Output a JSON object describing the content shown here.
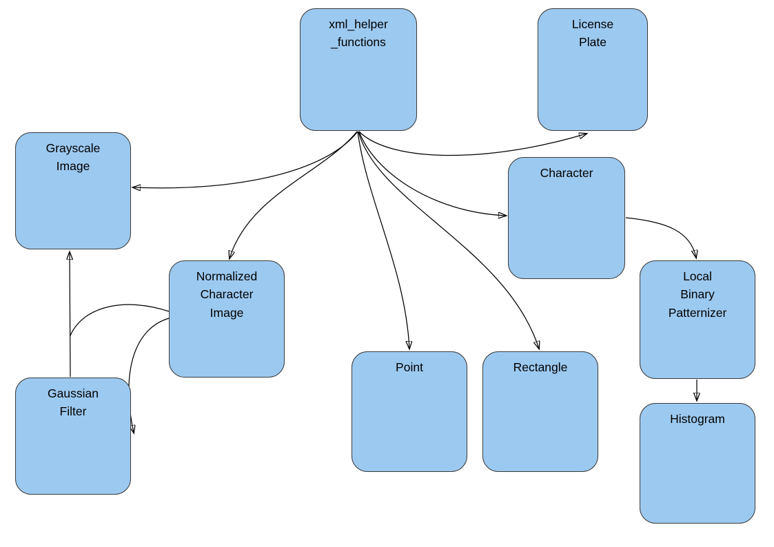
{
  "diagram": {
    "type": "dependency-graph",
    "background": "#FFFFFF",
    "node_fill": "#9CC9F0",
    "node_border": "#3A3A3A",
    "edge_color": "#000000"
  },
  "nodes": {
    "xml_helper_functions": {
      "label": "xml_helper\n_functions"
    },
    "license_plate": {
      "label": "License\nPlate"
    },
    "grayscale_image": {
      "label": "Grayscale\nImage"
    },
    "character": {
      "label": "Character"
    },
    "normalized_character_image": {
      "label": "Normalized\nCharacter\nImage"
    },
    "local_binary_patternizer": {
      "label": "Local\nBinary\nPatternizer"
    },
    "point": {
      "label": "Point"
    },
    "rectangle": {
      "label": "Rectangle"
    },
    "gaussian_filter": {
      "label": "Gaussian\nFilter"
    },
    "histogram": {
      "label": "Histogram"
    }
  },
  "edges": [
    {
      "from": "xml_helper_functions",
      "to": "grayscale_image"
    },
    {
      "from": "xml_helper_functions",
      "to": "license_plate"
    },
    {
      "from": "xml_helper_functions",
      "to": "normalized_character_image"
    },
    {
      "from": "xml_helper_functions",
      "to": "point"
    },
    {
      "from": "xml_helper_functions",
      "to": "rectangle"
    },
    {
      "from": "xml_helper_functions",
      "to": "character"
    },
    {
      "from": "character",
      "to": "local_binary_patternizer"
    },
    {
      "from": "local_binary_patternizer",
      "to": "histogram"
    },
    {
      "from": "gaussian_filter",
      "to": "grayscale_image"
    },
    {
      "from": "normalized_character_image",
      "to": "grayscale_image"
    },
    {
      "from": "normalized_character_image",
      "to": "gaussian_filter"
    }
  ]
}
